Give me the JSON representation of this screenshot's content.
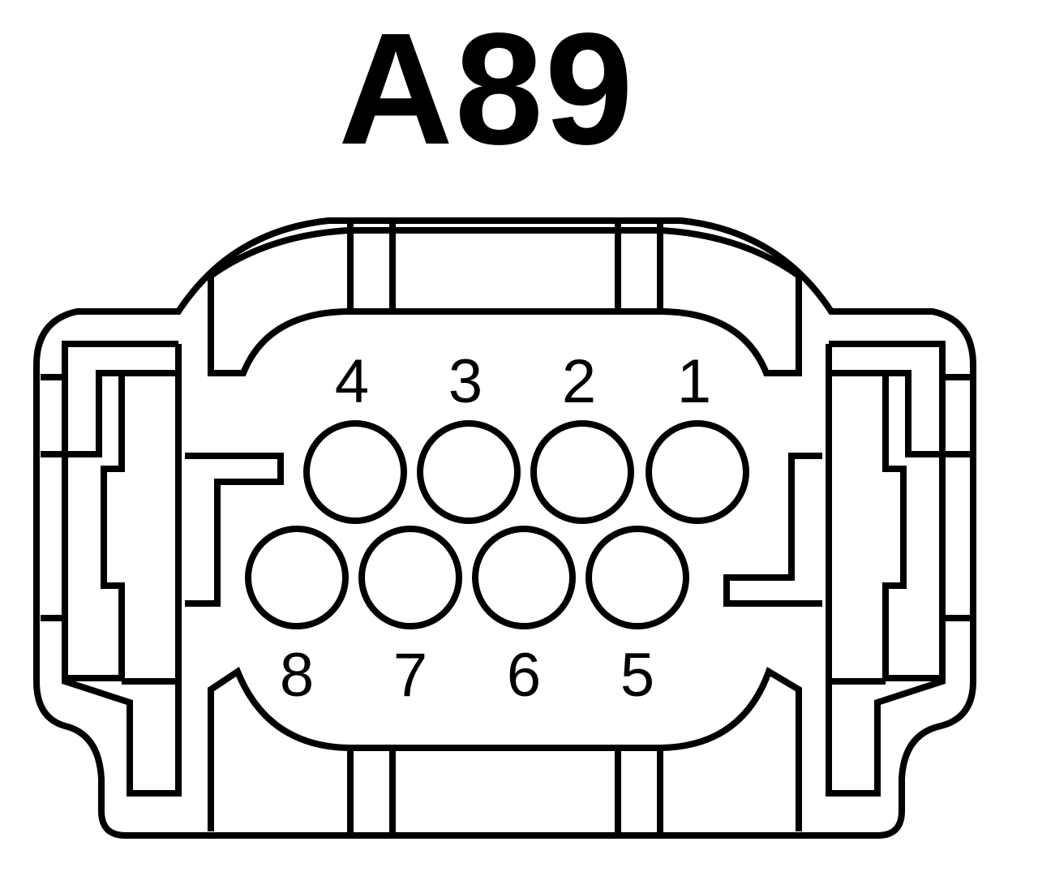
{
  "title": "A89",
  "pins": [
    {
      "label": "1",
      "row": "top",
      "index": 3
    },
    {
      "label": "2",
      "row": "top",
      "index": 2
    },
    {
      "label": "3",
      "row": "top",
      "index": 1
    },
    {
      "label": "4",
      "row": "top",
      "index": 0
    },
    {
      "label": "5",
      "row": "bottom",
      "index": 3
    },
    {
      "label": "6",
      "row": "bottom",
      "index": 2
    },
    {
      "label": "7",
      "row": "bottom",
      "index": 1
    },
    {
      "label": "8",
      "row": "bottom",
      "index": 0
    }
  ],
  "colors": {
    "stroke": "#000000",
    "background": "#ffffff"
  }
}
